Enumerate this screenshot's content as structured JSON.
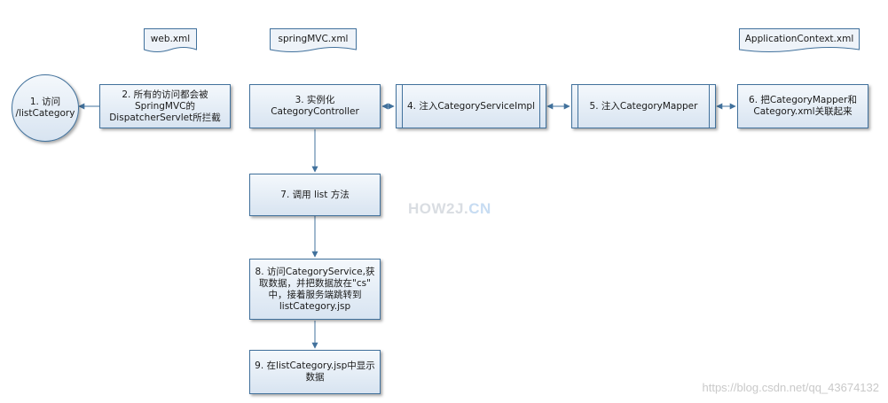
{
  "documents": {
    "web_xml": "web.xml",
    "springmvc_xml": "springMVC.xml",
    "appcontext_xml": "ApplicationContext.xml"
  },
  "steps": {
    "s1": "1.  访问\n/listCategory",
    "s2": "2.  所有的访问都会被\nSpringMVC的\nDispatcherServlet所拦截",
    "s3": "3.  实例化\nCategoryController",
    "s4": "4.  注入CategoryServiceImpl",
    "s5": "5.  注入CategoryMapper",
    "s6": "6. 把CategoryMapper和\nCategory.xml关联起来",
    "s7": "7.  调用  list 方法",
    "s8": "8.  访问CategoryService,获\n取数据，并把数据放在\"cs\"\n中，接着服务端跳转到\nlistCategory.jsp",
    "s9": "9.  在listCategory.jsp中显示\n数据"
  },
  "watermark": {
    "logo_main": "HOW2J.",
    "logo_suffix": "CN",
    "url": "https://blog.csdn.net/qq_43674132"
  },
  "colors": {
    "stroke": "#41719c",
    "fill_top": "#f4f8fc",
    "fill_bottom": "#d8e4f1"
  }
}
